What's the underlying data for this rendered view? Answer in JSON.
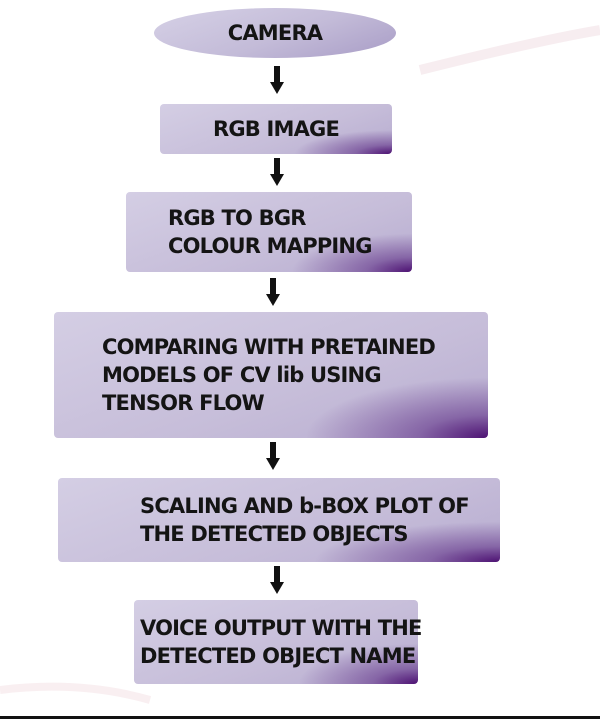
{
  "diagram": {
    "nodes": [
      {
        "id": "camera",
        "lines": [
          "CAMERA"
        ]
      },
      {
        "id": "rgb-image",
        "lines": [
          "RGB IMAGE"
        ]
      },
      {
        "id": "rgb-to-bgr",
        "lines": [
          "RGB TO BGR",
          "COLOUR MAPPING"
        ]
      },
      {
        "id": "comparing",
        "lines": [
          "COMPARING WITH PRETAINED",
          "MODELS OF CV lib USING",
          "TENSOR FLOW"
        ]
      },
      {
        "id": "scaling",
        "lines": [
          "SCALING AND b-BOX PLOT OF",
          "THE DETECTED OBJECTS"
        ]
      },
      {
        "id": "voice-output",
        "lines": [
          "VOICE OUTPUT WITH THE",
          "DETECTED OBJECT NAME"
        ]
      }
    ],
    "edges": [
      {
        "from": "camera",
        "to": "rgb-image"
      },
      {
        "from": "rgb-image",
        "to": "rgb-to-bgr"
      },
      {
        "from": "rgb-to-bgr",
        "to": "comparing"
      },
      {
        "from": "comparing",
        "to": "scaling"
      },
      {
        "from": "scaling",
        "to": "voice-output"
      }
    ],
    "colors": {
      "shape_fill": "#c6bdd9",
      "shape_accent": "#4a0a6e",
      "text": "#141414",
      "arrow": "#111111"
    }
  }
}
